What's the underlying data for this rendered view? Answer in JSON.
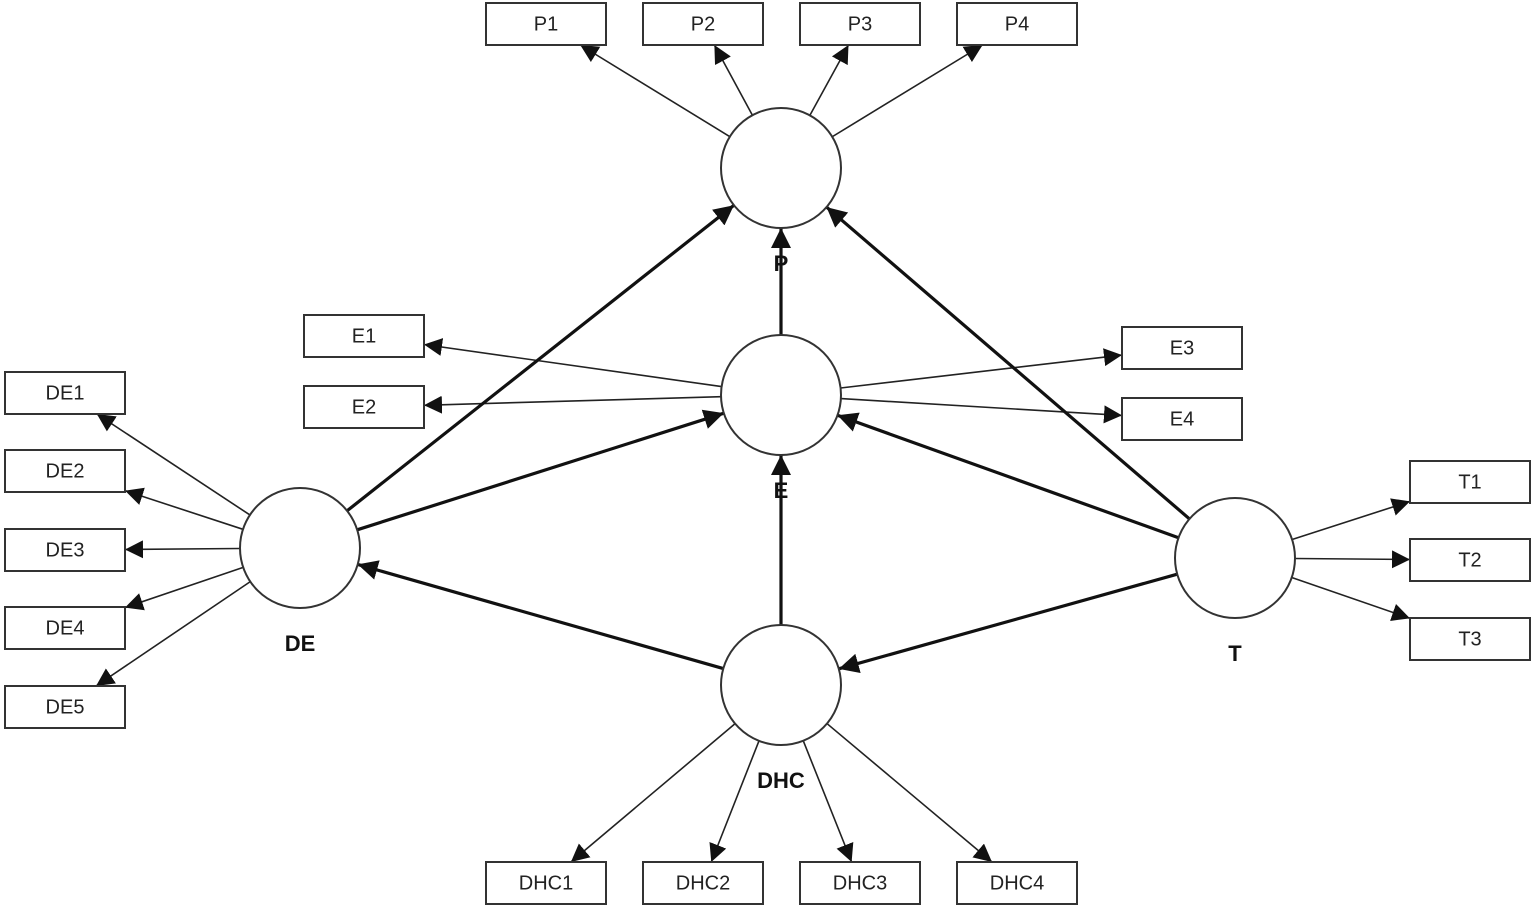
{
  "constructs": [
    {
      "id": "P",
      "label": "P"
    },
    {
      "id": "E",
      "label": "E"
    },
    {
      "id": "DE",
      "label": "DE"
    },
    {
      "id": "T",
      "label": "T"
    },
    {
      "id": "DHC",
      "label": "DHC"
    }
  ],
  "indicators": [
    {
      "id": "P1",
      "label": "P1",
      "construct": "P"
    },
    {
      "id": "P2",
      "label": "P2",
      "construct": "P"
    },
    {
      "id": "P3",
      "label": "P3",
      "construct": "P"
    },
    {
      "id": "P4",
      "label": "P4",
      "construct": "P"
    },
    {
      "id": "E1",
      "label": "E1",
      "construct": "E"
    },
    {
      "id": "E2",
      "label": "E2",
      "construct": "E"
    },
    {
      "id": "E3",
      "label": "E3",
      "construct": "E"
    },
    {
      "id": "E4",
      "label": "E4",
      "construct": "E"
    },
    {
      "id": "DE1",
      "label": "DE1",
      "construct": "DE"
    },
    {
      "id": "DE2",
      "label": "DE2",
      "construct": "DE"
    },
    {
      "id": "DE3",
      "label": "DE3",
      "construct": "DE"
    },
    {
      "id": "DE4",
      "label": "DE4",
      "construct": "DE"
    },
    {
      "id": "DE5",
      "label": "DE5",
      "construct": "DE"
    },
    {
      "id": "T1",
      "label": "T1",
      "construct": "T"
    },
    {
      "id": "T2",
      "label": "T2",
      "construct": "T"
    },
    {
      "id": "T3",
      "label": "T3",
      "construct": "T"
    },
    {
      "id": "DHC1",
      "label": "DHC1",
      "construct": "DHC"
    },
    {
      "id": "DHC2",
      "label": "DHC2",
      "construct": "DHC"
    },
    {
      "id": "DHC3",
      "label": "DHC3",
      "construct": "DHC"
    },
    {
      "id": "DHC4",
      "label": "DHC4",
      "construct": "DHC"
    }
  ],
  "paths": [
    {
      "from": "DE",
      "to": "P"
    },
    {
      "from": "E",
      "to": "P"
    },
    {
      "from": "T",
      "to": "P"
    },
    {
      "from": "DE",
      "to": "E"
    },
    {
      "from": "DHC",
      "to": "E"
    },
    {
      "from": "T",
      "to": "E"
    },
    {
      "from": "DHC",
      "to": "DE"
    },
    {
      "from": "T",
      "to": "DHC"
    }
  ]
}
